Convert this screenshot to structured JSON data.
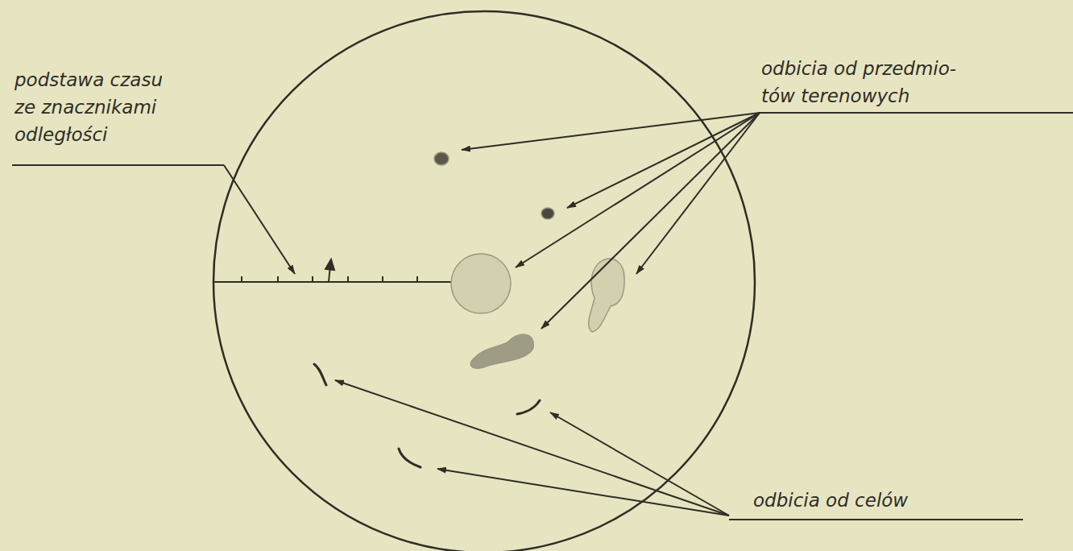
{
  "diagram": {
    "labels": [
      "podstawa czasu ze znacznikami odległości",
      "odbicia od przedmio- tów terenowych",
      "odbicia od celów"
    ]
  }
}
